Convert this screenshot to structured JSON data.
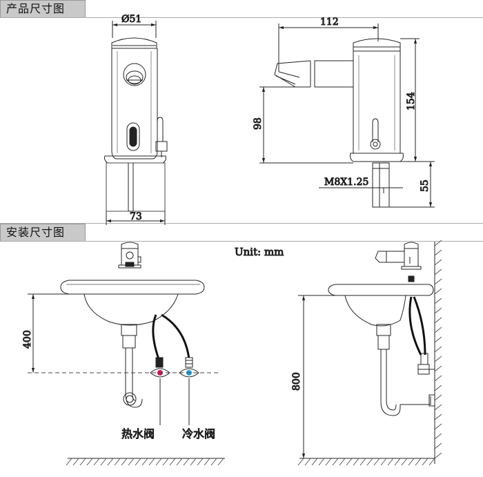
{
  "sections": {
    "product_dims_title": "产品尺寸图",
    "install_dims_title": "安装尺寸图"
  },
  "dimensions": {
    "diameter": "Ø51",
    "base_width": "73",
    "reach": "112",
    "height_total": "154",
    "spout_height": "98",
    "thread": "M8X1.25",
    "shank_length": "55",
    "basin_height": "400",
    "floor_height": "800"
  },
  "labels": {
    "hot_valve": "热水阀",
    "cold_valve": "冷水阀",
    "unit": "Unit: mm"
  },
  "colors": {
    "hot": "#d4145a",
    "cold": "#1fa0e0",
    "line": "#222222"
  }
}
